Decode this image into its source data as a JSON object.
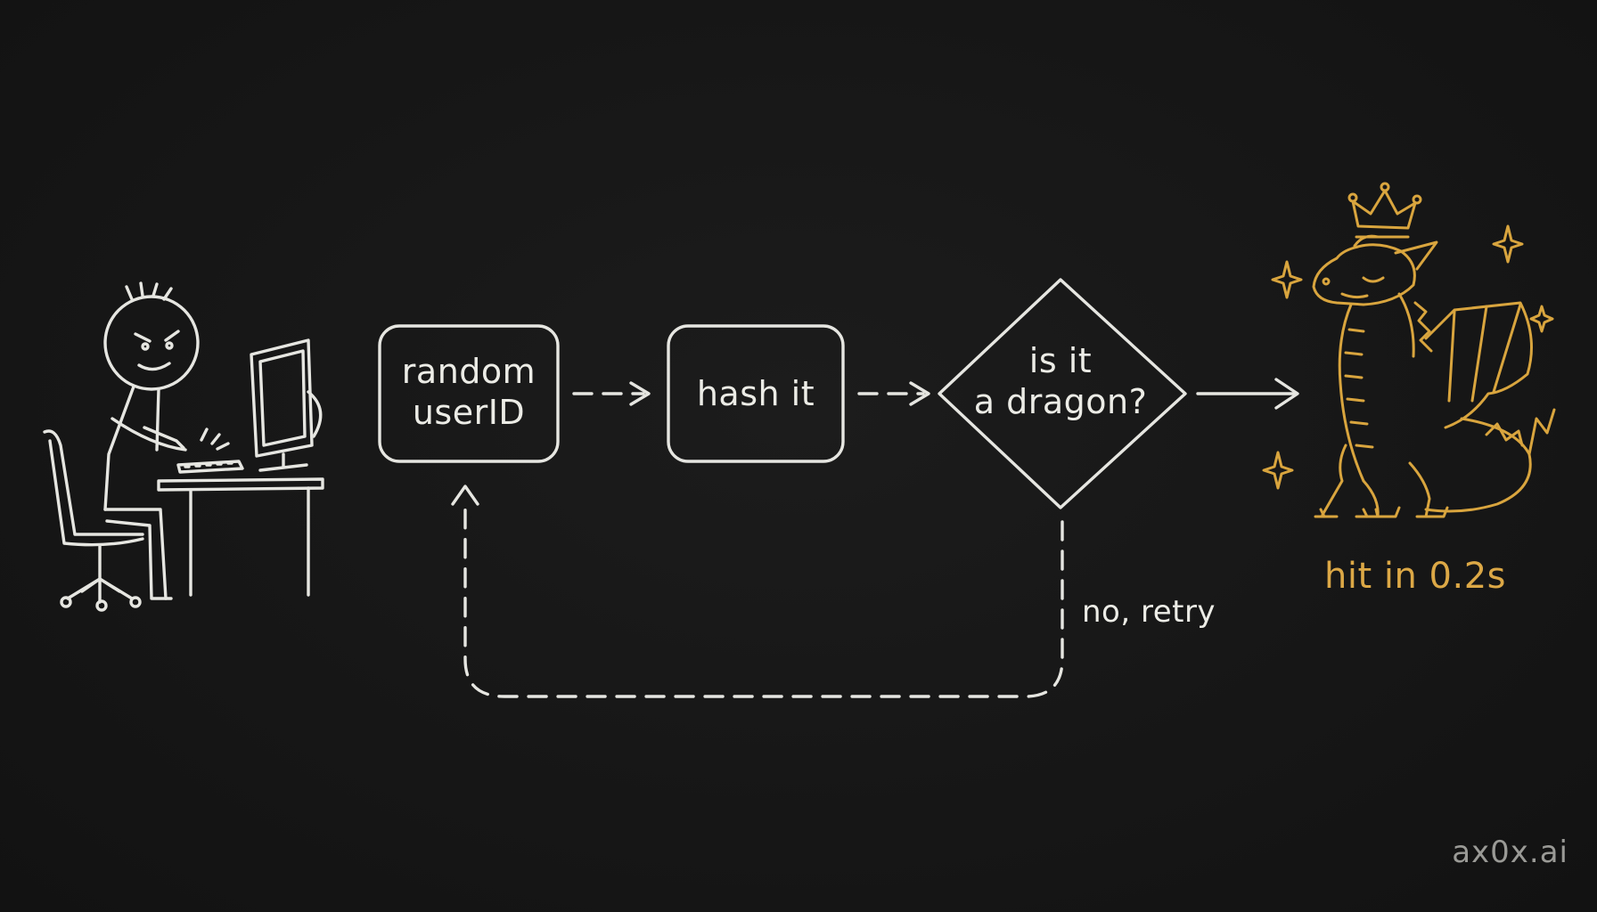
{
  "nodes": {
    "random_userid": "random\nuserID",
    "hash": "hash it",
    "decision": "is it\na dragon?"
  },
  "edges": {
    "retry": "no, retry"
  },
  "result": {
    "caption": "hit in 0.2s"
  },
  "brand": {
    "watermark": "ax0x.ai"
  },
  "colors": {
    "background": "#161616",
    "chalk": "#e6e6e1",
    "accent_gold": "#d9a53e"
  },
  "icons": [
    "user-at-computer-icon",
    "dragon-icon",
    "crown-icon",
    "sparkle-icon"
  ]
}
